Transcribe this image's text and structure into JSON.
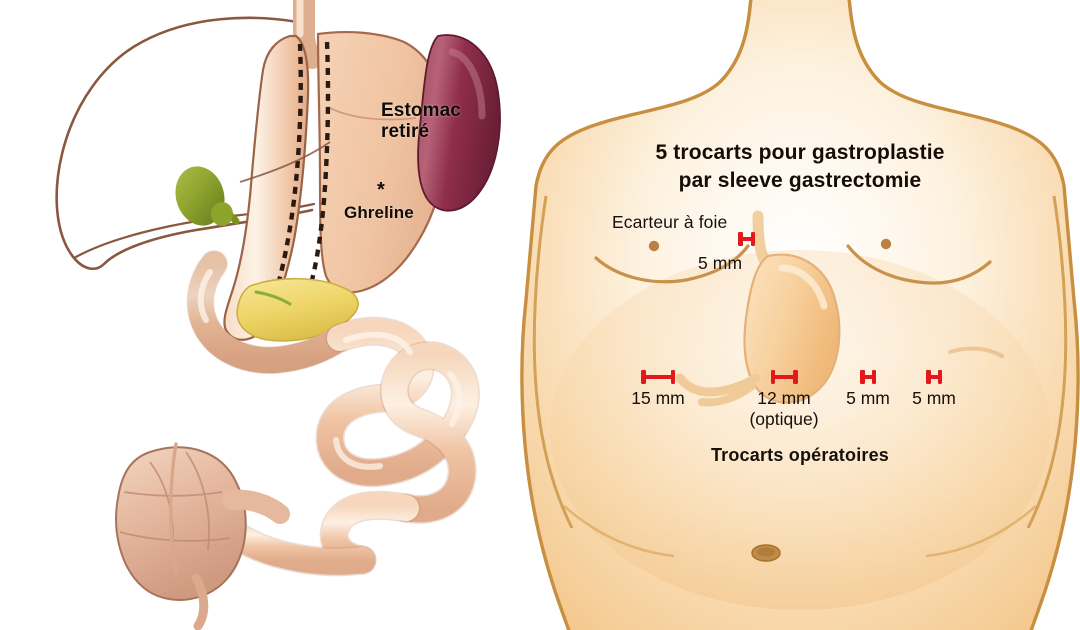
{
  "image": {
    "kind": "medical-illustration",
    "panels": 2
  },
  "left_panel": {
    "name": "sleeve-gastrectomy-anatomy",
    "labels": {
      "estomac_line1": "Estomac",
      "estomac_line2": "retiré",
      "ghreline": "Ghreline",
      "ghreline_marker": "*"
    },
    "colors": {
      "organ_fill": "#f3cdad",
      "organ_outline": "#8c5a3c",
      "resected_stomach": "#f0c3a1",
      "spleen": "#8e2f4d",
      "gallbladder": "#8fa32e",
      "pancreas": "#efd66b",
      "liver_outline": "#8a5740",
      "staple_line": "#2a1a10"
    }
  },
  "right_panel": {
    "name": "trocar-placement-diagram",
    "title_line1": "5 trocarts pour gastroplastie",
    "title_line2": "par sleeve gastrectomie",
    "liver_retractor": {
      "label": "Ecarteur à foie",
      "size": "5 mm",
      "marker": "trocar-marker-icon"
    },
    "operative_trocars_label": "Trocarts opératoires",
    "trocars": [
      {
        "size": "15 mm",
        "note": "",
        "marker_width": 34
      },
      {
        "size": "12 mm",
        "note": "(optique)",
        "marker_width": 27
      },
      {
        "size": "5 mm",
        "note": "",
        "marker_width": 16
      },
      {
        "size": "5 mm",
        "note": "",
        "marker_width": 16
      }
    ],
    "colors": {
      "body_outline": "#c78f3f",
      "body_fill": "#f6cd92",
      "stomach_overlay": "#f5c98f",
      "marker_red": "#e2181b",
      "navel": "#b5762f"
    }
  }
}
